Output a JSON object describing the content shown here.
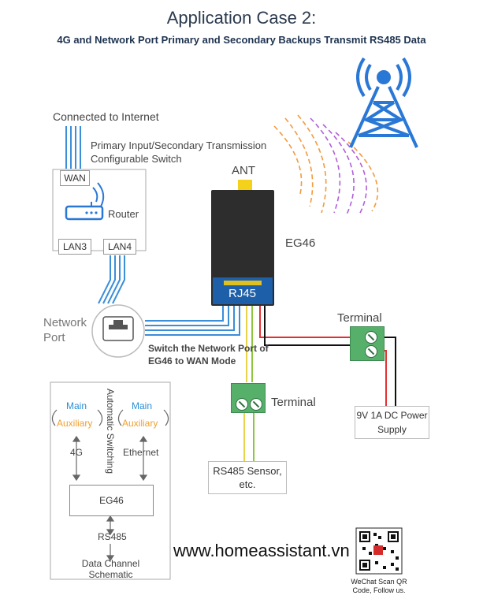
{
  "title": "Application Case 2:",
  "subtitle": "4G and Network Port Primary and Secondary Backups Transmit RS485 Data",
  "labels": {
    "internet": "Connected to Internet",
    "switch_config": "Primary Input/Secondary Transmission Configurable Switch",
    "wan": "WAN",
    "router": "Router",
    "lan3": "LAN3",
    "lan4": "LAN4",
    "ant": "ANT",
    "device": "EG46",
    "rj45": "RJ45",
    "network_port": "Network Port",
    "switch_wan": "Switch the Network Port of EG46 to WAN Mode",
    "terminal_right": "Terminal",
    "terminal_center": "Terminal",
    "power": "9V 1A DC Power Supply",
    "sensor": "RS485 Sensor, etc."
  },
  "schematic": {
    "main_left": "Main",
    "aux_left": "Auxiliary",
    "main_right": "Main",
    "aux_right": "Auxiliary",
    "auto_switch": "Automatic Switching",
    "link_4g": "4G",
    "link_eth": "Ethernet",
    "device": "EG46",
    "rs485": "RS485",
    "caption": "Data Channel Schematic"
  },
  "footer": {
    "website": "www.homeassistant.vn",
    "qr_caption": "WeChat Scan QR Code, Follow us."
  },
  "colors": {
    "ethernet": "#3b8ed8",
    "tower": "#2a78d6",
    "signal": "#f39a3c",
    "signal_alt": "#b05fd8",
    "main": "#2a8fd6",
    "auxiliary": "#f0a030",
    "terminal": "#56b06a",
    "power_red": "#e53030",
    "rs485_yellow": "#e8d34a",
    "rs485_green": "#8ec63f"
  },
  "icons": [
    "router-icon",
    "network-port-icon",
    "tower-icon",
    "qr-code-icon"
  ]
}
